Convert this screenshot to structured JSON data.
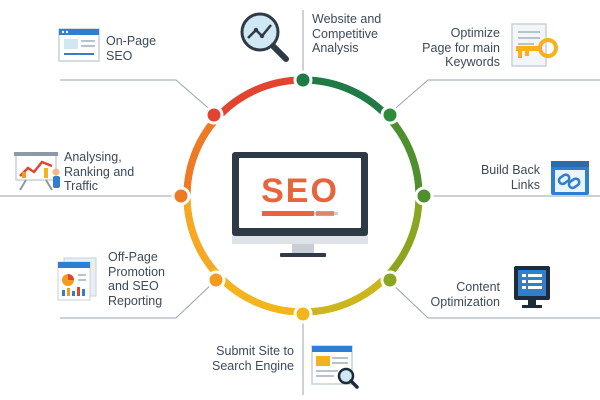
{
  "center": {
    "label": "SEO",
    "label_color": "#e8643c",
    "monitor_frame_color": "#2f3a47",
    "progress_color": "#e8643c"
  },
  "ring": {
    "gradient_colors": [
      "#e2452f",
      "#f08a24",
      "#f6b21c",
      "#b8b61e",
      "#6f9c2c",
      "#2e8b3a",
      "#1f7a45"
    ]
  },
  "items": {
    "website_analysis": {
      "lines": [
        "Website and",
        "Competitive",
        "Analysis"
      ],
      "icon": "magnifier-chart-icon",
      "node_color": "#1f7a45"
    },
    "optimize_keywords": {
      "lines": [
        "Optimize",
        "Page for main",
        "Keywords"
      ],
      "icon": "key-document-icon",
      "node_color": "#2e8b3a"
    },
    "build_back_links": {
      "lines": [
        "Build Back",
        "Links"
      ],
      "icon": "chain-link-icon",
      "node_color": "#4f8f2e"
    },
    "content_optimization": {
      "lines": [
        "Content",
        "Optimization"
      ],
      "icon": "checklist-monitor-icon",
      "node_color": "#8aa51f"
    },
    "submit_site": {
      "lines": [
        "Submit Site to",
        "Search Engine"
      ],
      "icon": "search-document-icon",
      "node_color": "#f4b41c"
    },
    "off_page": {
      "lines": [
        "Off-Page",
        "Promotion",
        "and SEO",
        "Reporting"
      ],
      "icon": "report-chart-icon",
      "node_color": "#f39a20"
    },
    "analysing_traffic": {
      "lines": [
        "Analysing,",
        "Ranking and",
        "Traffic"
      ],
      "icon": "presentation-board-icon",
      "node_color": "#ee7b24"
    },
    "on_page_seo": {
      "lines": [
        "On-Page",
        "SEO"
      ],
      "icon": "web-page-icon",
      "node_color": "#e2452f"
    }
  }
}
